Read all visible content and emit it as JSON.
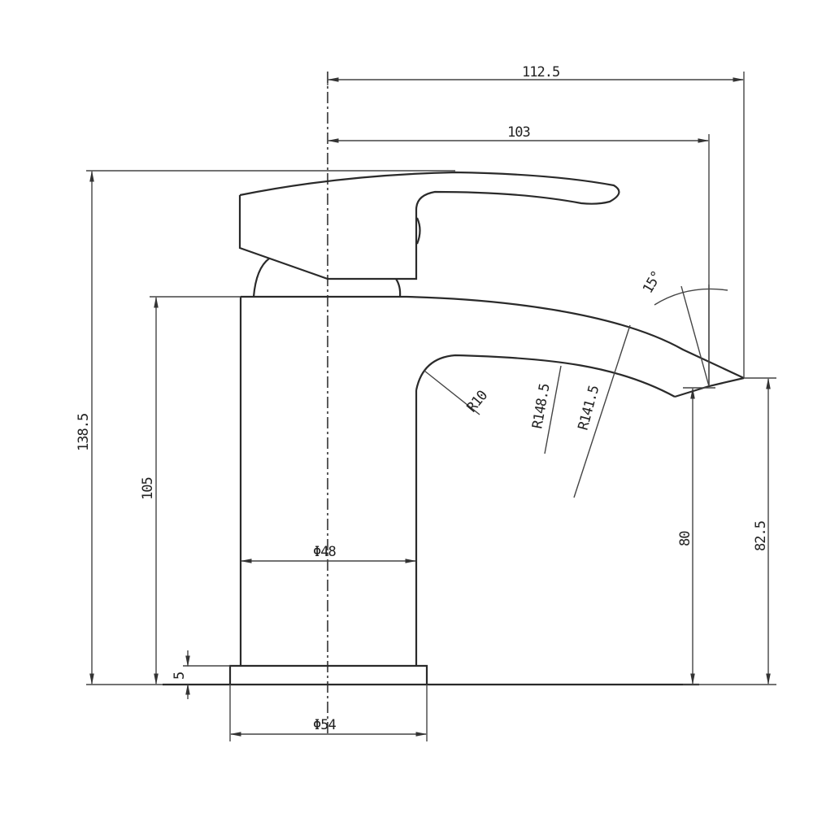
{
  "drawing": {
    "subject": "basin mixer tap side elevation",
    "line_color": "#2a2a2a",
    "background": "#ffffff"
  },
  "dimensions": {
    "overall_reach": "112.5",
    "spout_reach": "103",
    "overall_height": "138.5",
    "body_height": "105",
    "spout_angle": "15°",
    "inner_bend_radius": "R10",
    "outer_radius_a": "R148.5",
    "outer_radius_b": "R141.5",
    "body_diameter": "Φ48",
    "base_diameter": "Φ54",
    "base_thickness": "5",
    "spout_outlet_height": "80",
    "spout_tip_height": "82.5"
  }
}
